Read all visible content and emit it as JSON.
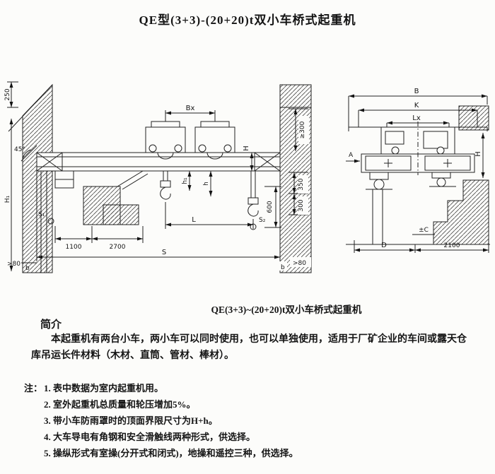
{
  "page": {
    "title": "QE型(3+3)-(20+20)t双小车桥式起重机",
    "caption": "QE(3+3)~(20+20)t双小车桥式起重机"
  },
  "colors": {
    "paper": "#fcfcfa",
    "ink": "#141414"
  },
  "intro": {
    "heading": "简介",
    "body": "本起重机有两台小车，两小车可以同时使用，也可以单独使用，适用于厂矿企业的车间或露天仓库吊运长件材料（木材、直筒、管材、棒材）。"
  },
  "notes": {
    "label": "注：",
    "items": [
      "1. 表中数据为室内起重机用。",
      "2. 室外起重机总质量和轮压增加5%。",
      "3. 带小车防雨罩时的顶面界限尺寸为H+h。",
      "4. 大车导电有角钢和安全滑触线两种形式，供选择。",
      "5. 操纵形式有室操(分开式和闭式)，地操和遥控三种，供选择。"
    ]
  },
  "front_view": {
    "dim_250": "250",
    "dim_45": "45°",
    "dim_Bx": "Bx",
    "dim_h1": "h₁",
    "dim_h": "h",
    "dim_H": "H",
    "dim_H1": "H₁",
    "dim_S1": "S₁",
    "dim_S2": "S₂",
    "dim_ge300": "≥300",
    "dim_350": "350",
    "dim_300": "300",
    "dim_600": "600",
    "dim_1100": "1100",
    "dim_2700": "2700",
    "dim_L": "L",
    "dim_S": "S",
    "dim_gt80": ">80",
    "dim_b": "b"
  },
  "side_view": {
    "dim_B": "B",
    "dim_K": "K",
    "dim_Lx": "Lx",
    "dim_A": "A",
    "dim_H": "H",
    "dim_pmC": "±C",
    "dim_D": "D",
    "dim_2100": "2100"
  }
}
